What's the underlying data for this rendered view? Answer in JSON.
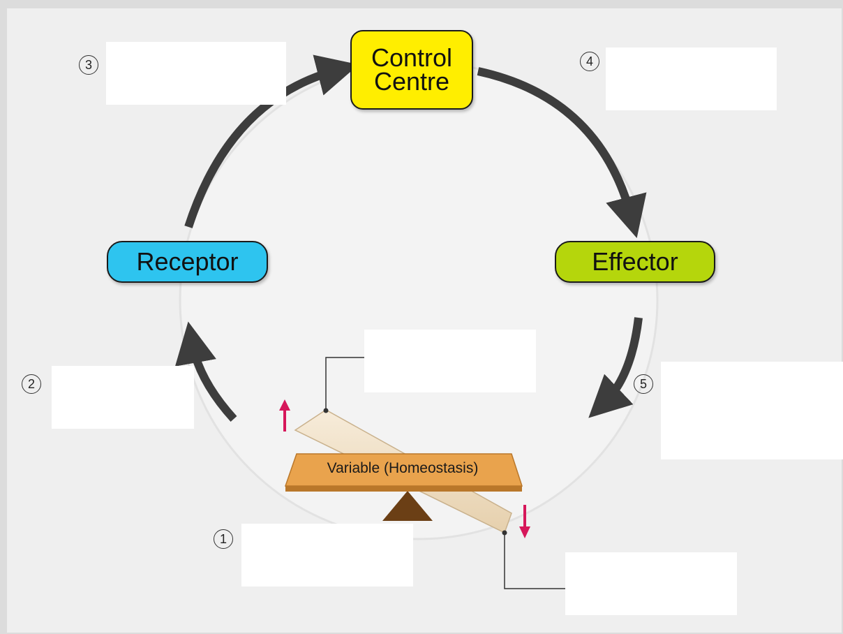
{
  "nodes": {
    "control_centre": {
      "line1": "Control",
      "line2": "Centre",
      "color": "#ffee00"
    },
    "receptor": {
      "label": "Receptor",
      "color": "#2ec4ef"
    },
    "effector": {
      "label": "Effector",
      "color": "#b5d60c"
    }
  },
  "variable_label": "Variable (Homeostasis)",
  "steps": [
    "1",
    "2",
    "3",
    "4",
    "5"
  ],
  "colors": {
    "arrow": "#3d3d3d",
    "platform": "#e9a34d",
    "plank": "#f2e2c8",
    "fulcrum": "#6b3f15",
    "change_arrow": "#d6175a"
  }
}
